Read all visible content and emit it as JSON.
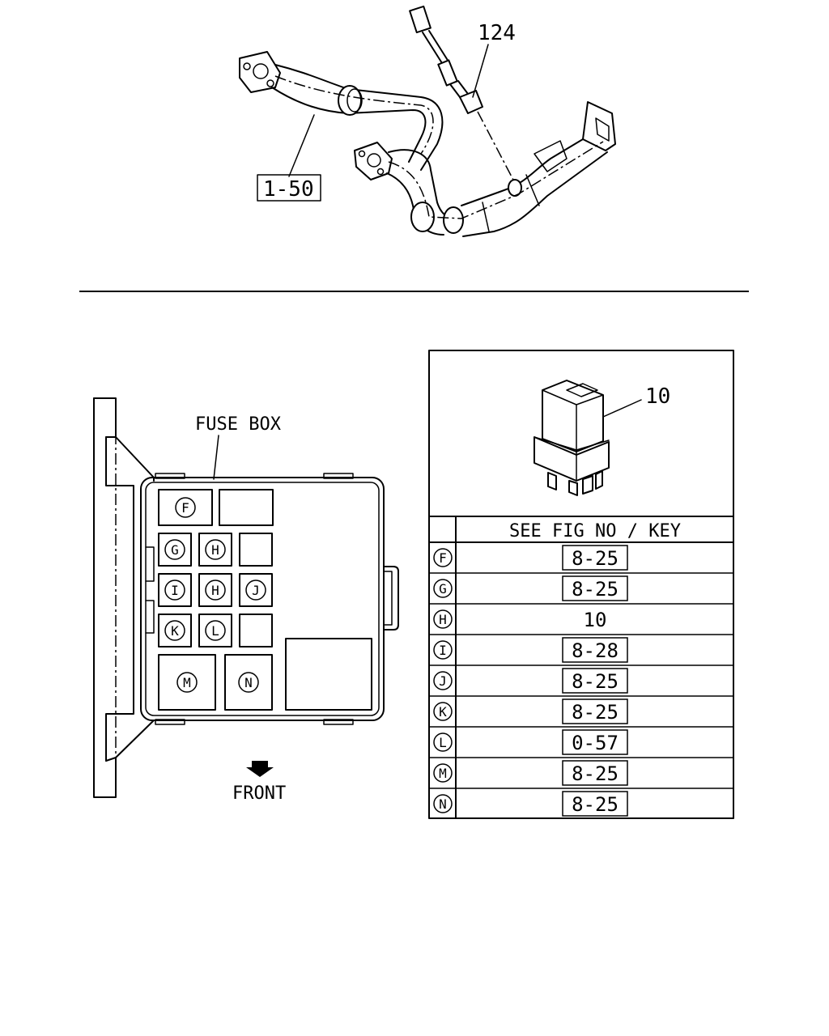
{
  "top_figure": {
    "callouts": {
      "sensor_key": "124",
      "pipe_ref": "1-50"
    }
  },
  "fuse_box": {
    "label": "FUSE BOX",
    "front_label": "FRONT",
    "slots": {
      "F": "F",
      "G": "G",
      "H1": "H",
      "I": "I",
      "H2": "H",
      "J": "J",
      "K": "K",
      "L": "L",
      "M": "M",
      "N": "N"
    }
  },
  "relay": {
    "key": "10"
  },
  "key_table": {
    "header": "SEE FIG NO / KEY",
    "rows": [
      {
        "letter": "F",
        "ref": "8-25",
        "boxed": true
      },
      {
        "letter": "G",
        "ref": "8-25",
        "boxed": true
      },
      {
        "letter": "H",
        "ref": "10",
        "boxed": false
      },
      {
        "letter": "I",
        "ref": "8-28",
        "boxed": true
      },
      {
        "letter": "J",
        "ref": "8-25",
        "boxed": true
      },
      {
        "letter": "K",
        "ref": "8-25",
        "boxed": true
      },
      {
        "letter": "L",
        "ref": "0-57",
        "boxed": true
      },
      {
        "letter": "M",
        "ref": "8-25",
        "boxed": true
      },
      {
        "letter": "N",
        "ref": "8-25",
        "boxed": true
      }
    ]
  }
}
